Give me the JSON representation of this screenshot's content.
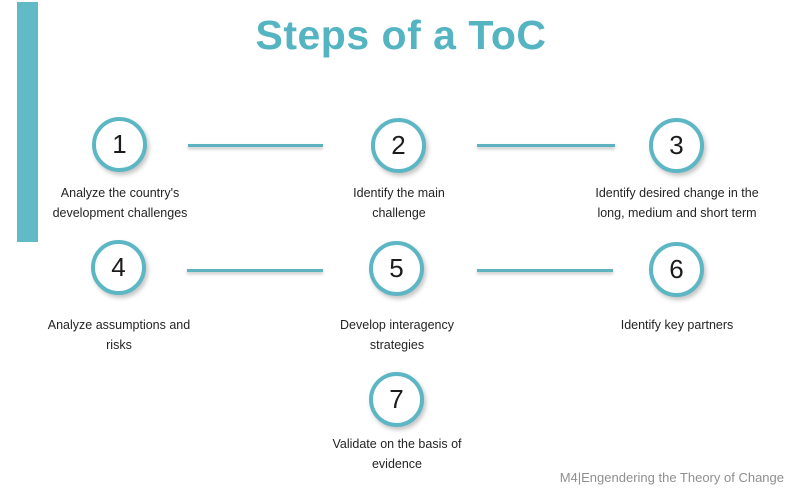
{
  "slide": {
    "title": "Steps of a ToC",
    "footer": "M4|Engendering the Theory of Change",
    "accent_color": "#62bac6",
    "title_color": "#54b4c2",
    "circle_border_color": "#5cb6c3",
    "connector_color": "#5fb3c1",
    "label_color": "#242424",
    "footer_color": "#8f8f8f"
  },
  "steps": [
    {
      "number": "1",
      "label": "Analyze the country's\ndevelopment challenges"
    },
    {
      "number": "2",
      "label": "Identify the main\nchallenge"
    },
    {
      "number": "3",
      "label": "Identify desired change in the\nlong, medium and short term"
    },
    {
      "number": "4",
      "label": "Analyze assumptions and\nrisks"
    },
    {
      "number": "5",
      "label": "Develop interagency\nstrategies"
    },
    {
      "number": "6",
      "label": "Identify key partners"
    },
    {
      "number": "7",
      "label": "Validate on the basis of\nevidence"
    }
  ]
}
